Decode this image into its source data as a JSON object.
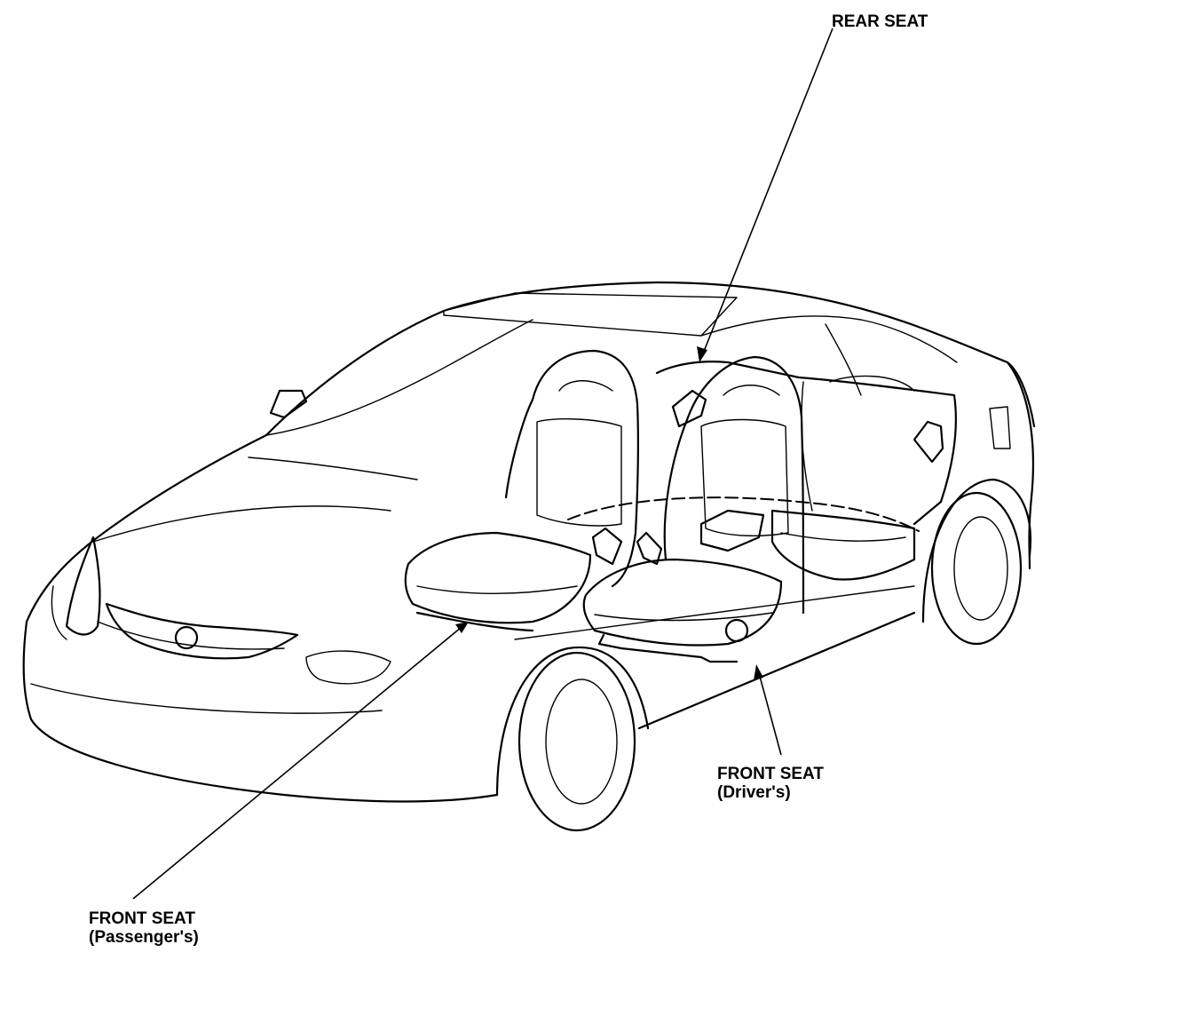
{
  "callouts": {
    "rear_seat": {
      "line1": "REAR SEAT"
    },
    "front_seat_driver": {
      "line1": "FRONT SEAT",
      "line2": "(Driver's)"
    },
    "front_seat_passenger": {
      "line1": "FRONT SEAT",
      "line2": "(Passenger's)"
    }
  },
  "colors": {
    "ink": "#000000",
    "background": "#ffffff"
  }
}
